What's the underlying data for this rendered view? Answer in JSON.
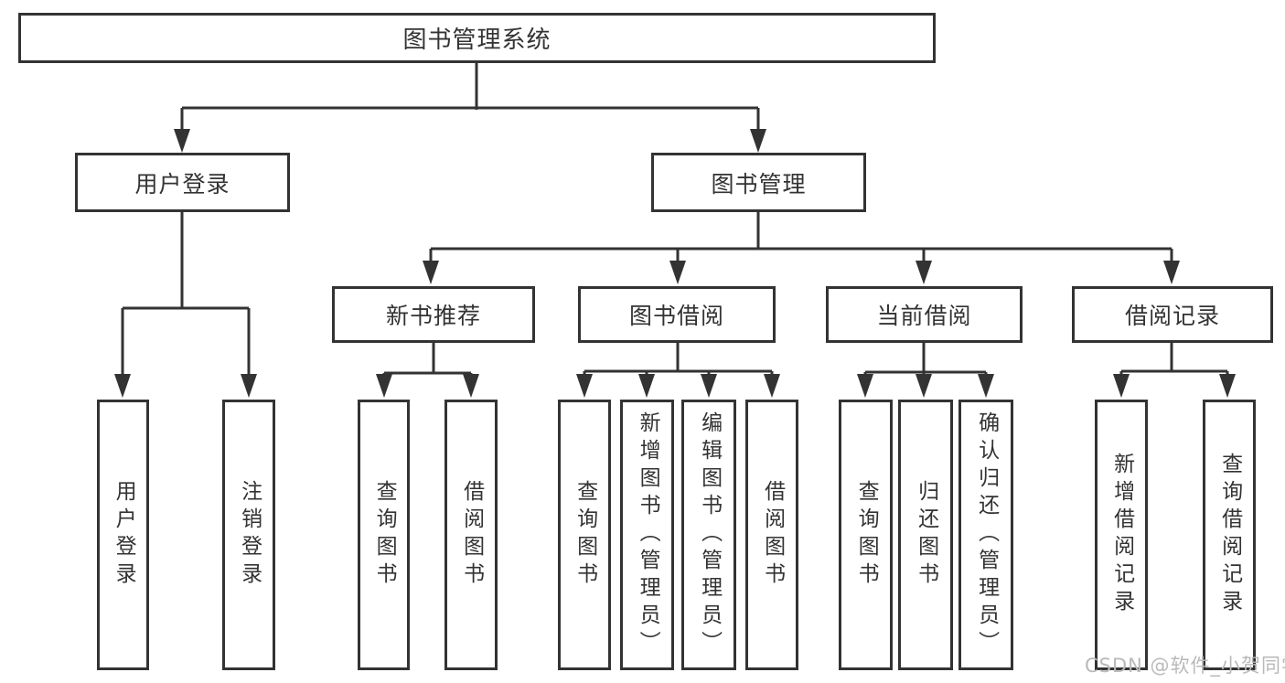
{
  "diagram": {
    "title_hint": "library management system feature hierarchy",
    "root": {
      "label": "图书管理系统"
    },
    "branches": [
      {
        "label": "用户登录",
        "children": [
          {
            "label": "用户登录"
          },
          {
            "label": "注销登录"
          }
        ]
      },
      {
        "label": "图书管理",
        "children": [
          {
            "label": "新书推荐",
            "children": [
              {
                "label": "查询图书"
              },
              {
                "label": "借阅图书"
              }
            ]
          },
          {
            "label": "图书借阅",
            "children": [
              {
                "label": "查询图书"
              },
              {
                "label": "新增图书（管理员）"
              },
              {
                "label": "编辑图书（管理员）"
              },
              {
                "label": "借阅图书"
              }
            ]
          },
          {
            "label": "当前借阅",
            "children": [
              {
                "label": "查询图书"
              },
              {
                "label": "归还图书"
              },
              {
                "label": "确认归还（管理员）"
              }
            ]
          },
          {
            "label": "借阅记录",
            "children": [
              {
                "label": "新增借阅记录"
              },
              {
                "label": "查询借阅记录"
              }
            ]
          }
        ]
      }
    ]
  },
  "watermark": {
    "text": "CSDN @软件_小贺同学"
  },
  "colors": {
    "line": "#333333",
    "box_border": "#333333",
    "text": "#333333",
    "background": "#ffffff",
    "watermark": "#b9b9b9"
  }
}
